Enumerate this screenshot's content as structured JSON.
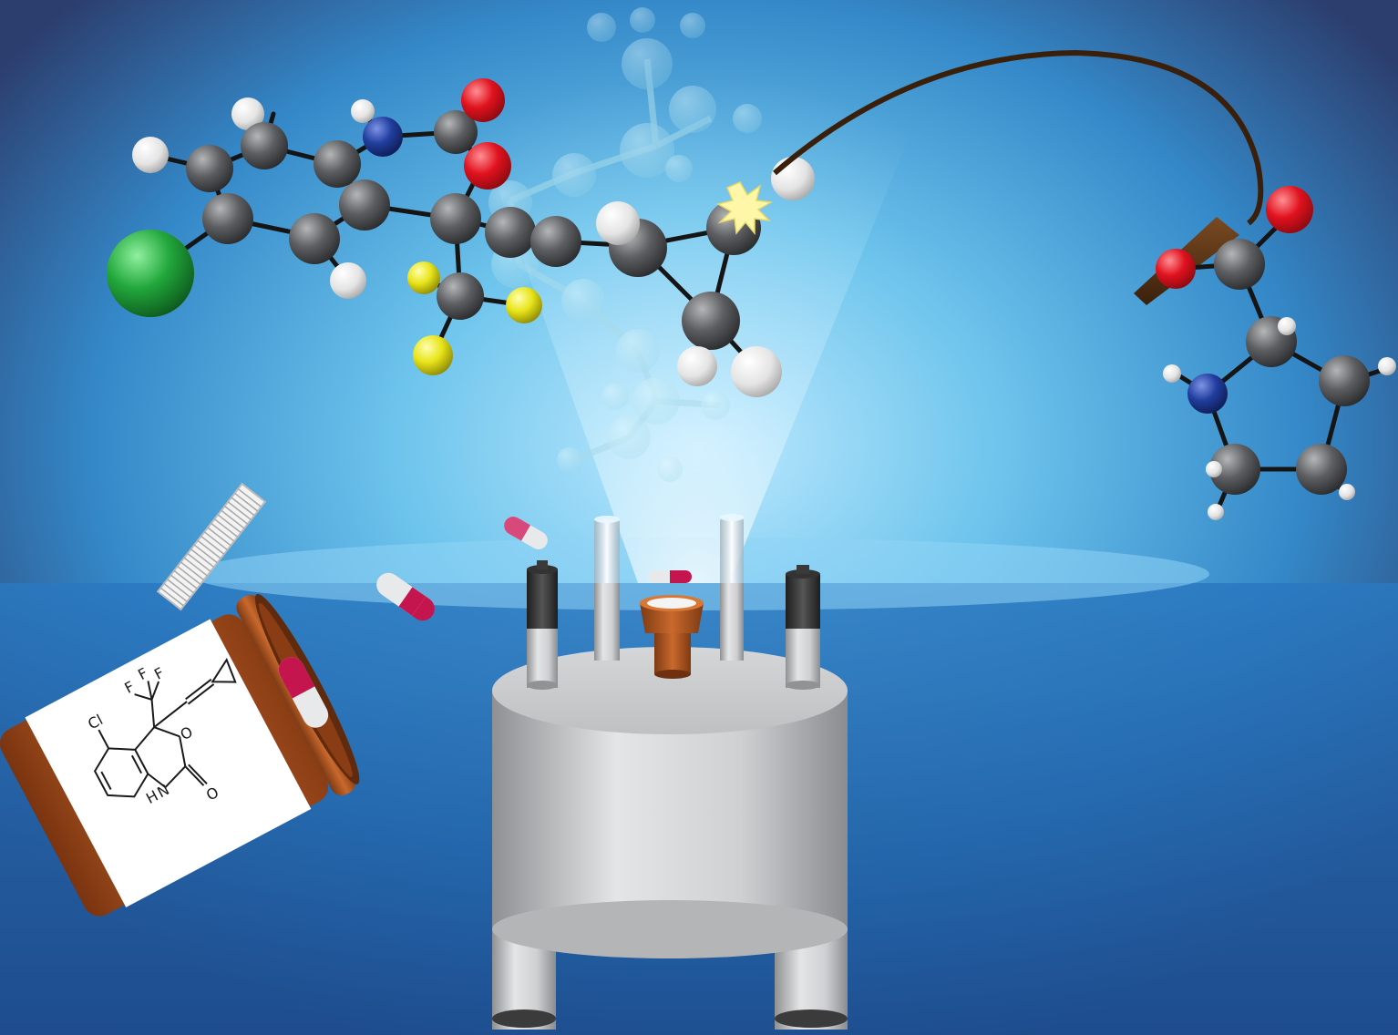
{
  "illustration": {
    "colors": {
      "background_top": "#4aa6dc",
      "background_glow": "#bfeaff",
      "background_edge": "#2c3e6e",
      "background_bottom": "#1b58a0",
      "carbon": "#5a5b5e",
      "hydrogen": "#ececec",
      "oxygen": "#d8141f",
      "nitrogen": "#1f3b9a",
      "chlorine": "#1fa43a",
      "fluorine": "#e8e41a",
      "bottle": "#b3541f",
      "reactor_body": "#c9cbcd",
      "rod_brown": "#5b3416",
      "spark": "#fff7a8"
    },
    "icons": {
      "drug_bottle": "pill-bottle-icon",
      "reactor": "reactor-vessel-icon",
      "capsule": "capsule-icon",
      "spark": "spark-icon",
      "molecule": "molecule-icon"
    },
    "bottle_label": {
      "cl": "Cl",
      "f1": "F",
      "f2": "F",
      "f3": "F",
      "h": "H",
      "n": "N",
      "o_ring": "O",
      "o_carbonyl": "O"
    }
  }
}
